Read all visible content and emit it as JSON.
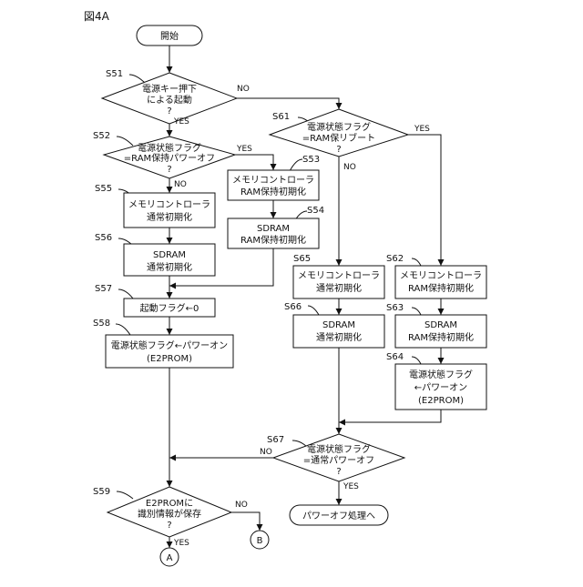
{
  "figure_label": "図4A",
  "start": "開始",
  "end_action": "パワーオフ処理へ",
  "connectors": {
    "a": "A",
    "b": "B"
  },
  "answers": {
    "yes": "YES",
    "no": "NO"
  },
  "decisions": {
    "s51": {
      "step": "S51",
      "lines": [
        "電源キー押下",
        "による起動",
        "?"
      ]
    },
    "s52": {
      "step": "S52",
      "lines": [
        "電源状態フラグ",
        "=RAM保持パワーオフ",
        "?"
      ]
    },
    "s61": {
      "step": "S61",
      "lines": [
        "電源状態フラグ",
        "=RAM保リブート",
        "?"
      ]
    },
    "s67": {
      "step": "S67",
      "lines": [
        "電源状態フラグ",
        "=通常パワーオフ",
        "?"
      ]
    },
    "s59": {
      "step": "S59",
      "lines": [
        "E2PROMに",
        "識別情報が保存",
        "?"
      ]
    }
  },
  "processes": {
    "s53": {
      "step": "S53",
      "lines": [
        "メモリコントローラ",
        "RAM保持初期化"
      ]
    },
    "s54": {
      "step": "S54",
      "lines": [
        "SDRAM",
        "RAM保持初期化"
      ]
    },
    "s55": {
      "step": "S55",
      "lines": [
        "メモリコントローラ",
        "通常初期化"
      ]
    },
    "s56": {
      "step": "S56",
      "lines": [
        "SDRAM",
        "通常初期化"
      ]
    },
    "s57": {
      "step": "S57",
      "lines": [
        "起動フラグ←0"
      ]
    },
    "s58": {
      "step": "S58",
      "lines": [
        "電源状態フラグ←パワーオン",
        "(E2PROM)"
      ]
    },
    "s65": {
      "step": "S65",
      "lines": [
        "メモリコントローラ",
        "通常初期化"
      ]
    },
    "s66": {
      "step": "S66",
      "lines": [
        "SDRAM",
        "通常初期化"
      ]
    },
    "s62": {
      "step": "S62",
      "lines": [
        "メモリコントローラ",
        "RAM保持初期化"
      ]
    },
    "s63": {
      "step": "S63",
      "lines": [
        "SDRAM",
        "RAM保持初期化"
      ]
    },
    "s64": {
      "step": "S64",
      "lines": [
        "電源状態フラグ",
        "←パワーオン",
        "(E2PROM)"
      ]
    }
  }
}
